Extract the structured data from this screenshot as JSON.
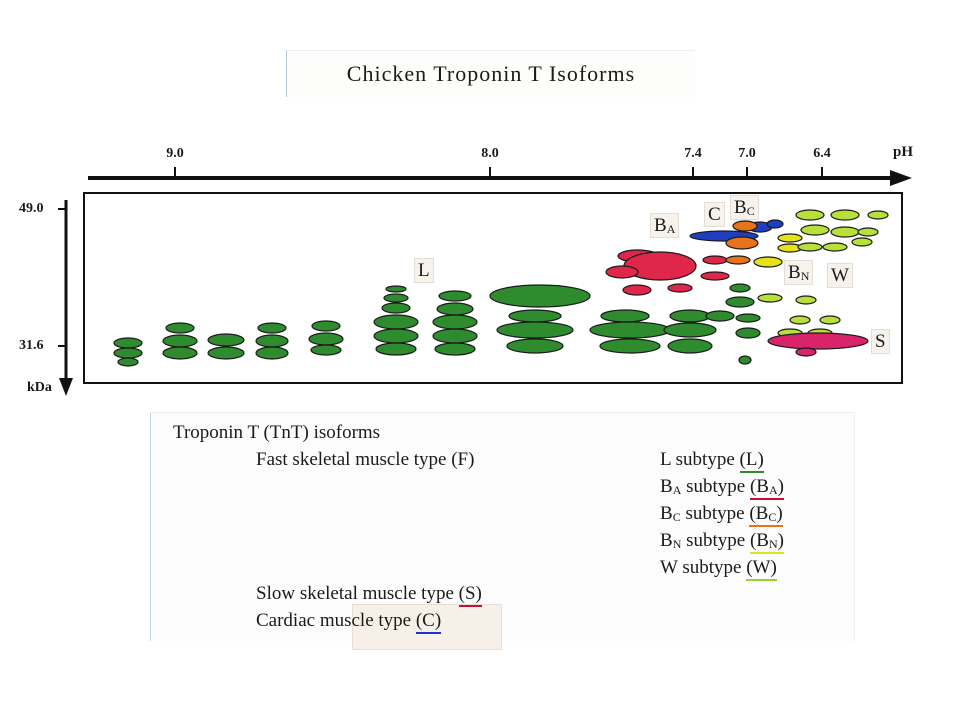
{
  "title": "Chicken Troponin T Isoforms",
  "axis": {
    "ph_unit": "pH",
    "ph_ticks": [
      "9.0",
      "8.0",
      "7.4",
      "7.0",
      "6.4"
    ],
    "mw_ticks": [
      "49.0",
      "31.6"
    ],
    "mw_unit": "kDa"
  },
  "gel_labels": {
    "L": "L",
    "BA_main": "B",
    "BA_sub": "A",
    "C": "C",
    "BC_main": "B",
    "BC_sub": "C",
    "BN_main": "B",
    "BN_sub": "N",
    "W": "W",
    "S": "S"
  },
  "legend": {
    "heading": "Troponin T (TnT) isoforms",
    "fast": "Fast skeletal muscle type (F)",
    "slow_prefix": "Slow skeletal muscle type ",
    "slow_code": "(S)",
    "cardiac_prefix": "Cardiac muscle type ",
    "cardiac_code": "(C)",
    "subtypes": [
      {
        "main": "L",
        "sub": "",
        "suffix": " subtype ",
        "code_main": "(L)",
        "code_sub": "",
        "code_end": "",
        "color": "#2e8b2e"
      },
      {
        "main": "B",
        "sub": "A",
        "suffix": " subtype ",
        "code_main": "(B",
        "code_sub": "A",
        "code_end": ")",
        "color": "#c8102e"
      },
      {
        "main": "B",
        "sub": "C",
        "suffix": " subtype ",
        "code_main": "(B",
        "code_sub": "C",
        "code_end": ")",
        "color": "#e8731a"
      },
      {
        "main": "B",
        "sub": "N",
        "suffix": " subtype ",
        "code_main": "(B",
        "code_sub": "N",
        "code_end": ")",
        "color": "#e6e21a"
      },
      {
        "main": "W",
        "sub": "",
        "suffix": " subtype ",
        "code_main": "(W)",
        "code_sub": "",
        "code_end": "",
        "color": "#9acd32"
      }
    ]
  },
  "colors": {
    "fast_L": "#2e8b2e",
    "fast_BA": "#e0264a",
    "fast_BC": "#e8731a",
    "fast_BN": "#e6e21a",
    "fast_W": "#b8e03a",
    "slow_S": "#d8246a",
    "cardiac_C": "#1f3fbf",
    "underline_slow": "#c8102e",
    "underline_cardiac": "#2233cc"
  }
}
